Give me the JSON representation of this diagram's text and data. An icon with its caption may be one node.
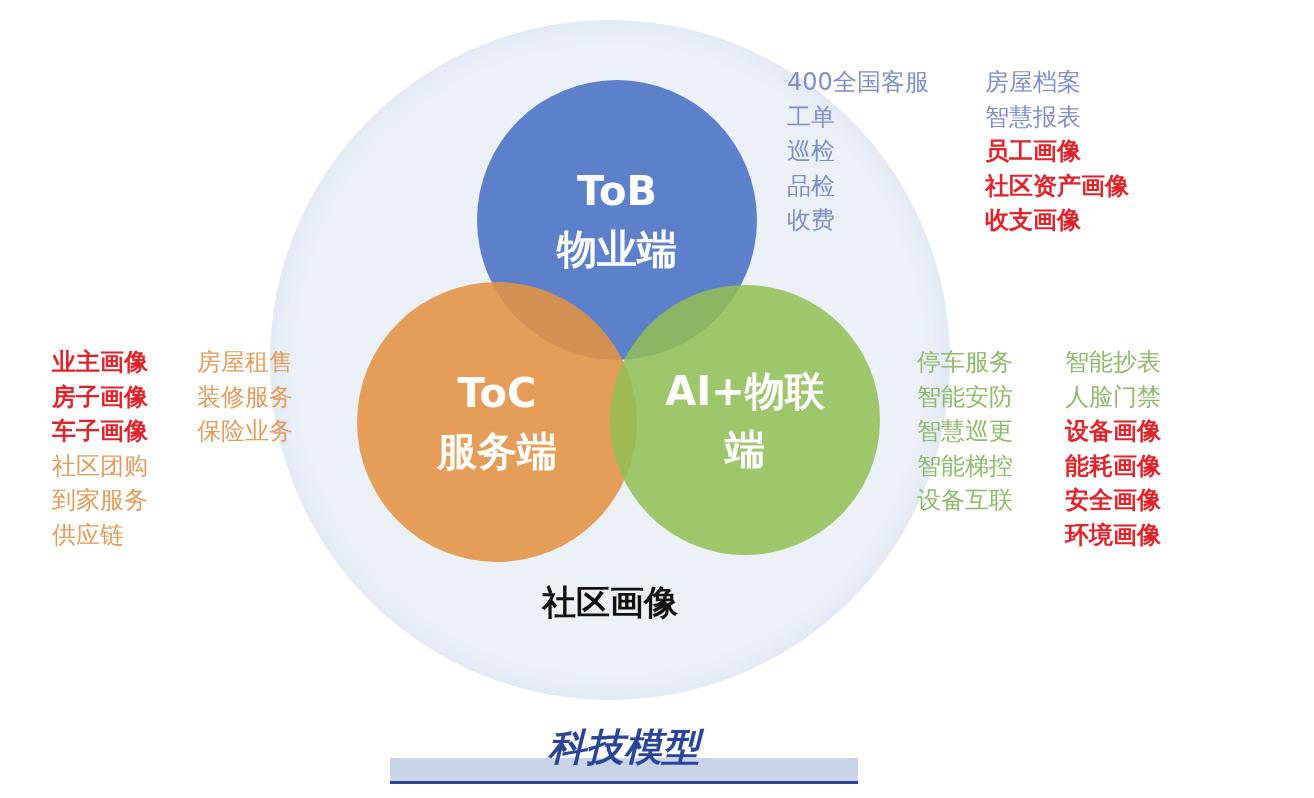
{
  "diagram": {
    "title": "科技模型",
    "nodes": [
      {
        "text": [
          "社区画像"
        ]
      },
      {
        "text": [
          "ToB 物业端"
        ],
        "in": 0
      },
      {
        "text": [
          "ToC 服务端"
        ],
        "in": 0
      },
      {
        "text": [
          "AI+物联端"
        ],
        "in": 0
      }
    ],
    "edges": [],
    "labels": [
      "400全国客服",
      "房屋档案",
      "工单",
      "智慧报表",
      "巡检",
      "员工画像",
      "品检",
      "社区资产画像",
      "收费",
      "收支画像",
      "业主画像",
      "房屋租售",
      "停车服务",
      "智能抄表",
      "房子画像",
      "装修服务",
      "智能安防",
      "人脸门禁",
      "车子画像",
      "保险业务",
      "智慧巡更",
      "设备画像",
      "社区团购",
      "智能梯控",
      "能耗画像",
      "到家服务",
      "设备互联",
      "安全画像",
      "供应链",
      "环境画像"
    ]
  }
}
